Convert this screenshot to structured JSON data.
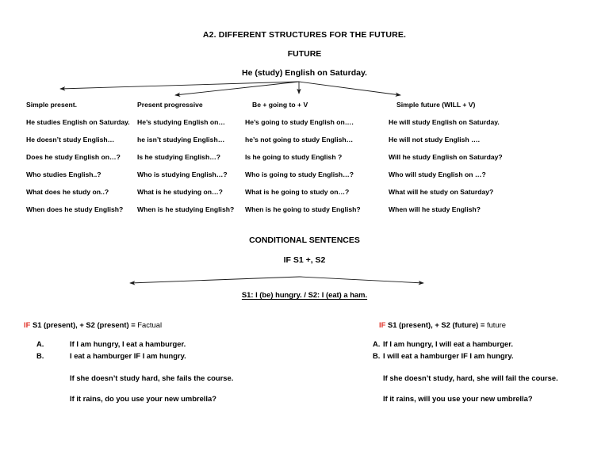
{
  "document": {
    "title": "A2. DIFFERENT STRUCTURES FOR THE FUTURE.",
    "future_heading": "FUTURE",
    "prompt": "He (study) English on Saturday."
  },
  "future_table": {
    "headers": [
      "Simple present.",
      "Present progressive",
      "Be + going to + V",
      "Simple future (WILL + V)"
    ],
    "columns": [
      [
        "He studies English on Saturday.",
        "He doesn’t study English…",
        "Does he study English on…?",
        "Who studies English..?",
        "What does he study on..?",
        "When does he study English?"
      ],
      [
        "He’s studying English on…",
        "he isn’t studying English…",
        "Is he studying English…?",
        "Who is studying English…?",
        "What is he studying on…?",
        "When is he studying English?"
      ],
      [
        "He’s going to study English on….",
        "he’s not going to study English…",
        "Is he going to study English   ?",
        "Who is going to study English…?",
        "What is he going to study on…?",
        "When is he going to study English?"
      ],
      [
        "He will study English on Saturday.",
        "He will not study English ….",
        "Will he study English on Saturday?",
        "Who will study English on …?",
        "What will he study on Saturday?",
        "When will he study English?"
      ]
    ]
  },
  "conditionals": {
    "heading": "CONDITIONAL SENTENCES",
    "formula": "IF S1 +, S2",
    "example": "S1: I (be) hungry. /  S2: I (eat) a ham.",
    "left": {
      "rule_if": "IF",
      "rule_bold": " S1 (present), + S2 (present) = ",
      "rule_plain": "Factual",
      "items": [
        {
          "label": "A.",
          "text": "If I am hungry, I eat a hamburger."
        },
        {
          "label": "B.",
          "text": "I eat a hamburger IF I am hungry."
        }
      ],
      "sentences": [
        "If she doesn’t study hard, she fails the course.",
        "If it rains, do you use your new umbrella?"
      ]
    },
    "right": {
      "rule_if": "IF",
      "rule_bold": " S1 (present), + S2 (future) = ",
      "rule_plain": "future",
      "items": [
        {
          "label": "A.",
          "text": "If I am hungry, I will eat a hamburger."
        },
        {
          "label": "B.",
          "text": "I will eat a hamburger IF I am hungry."
        }
      ],
      "sentences": [
        "If she doesn’t study, hard, she will fail the course.",
        "If it rains, will you use your new umbrella?"
      ]
    }
  },
  "colors": {
    "accent_red": "#E03127",
    "text": "#000000",
    "background": "#ffffff"
  }
}
